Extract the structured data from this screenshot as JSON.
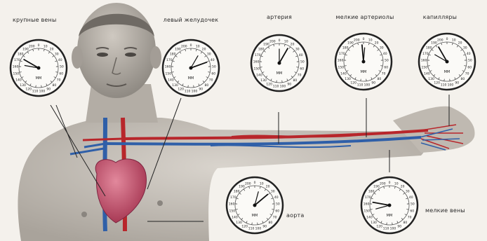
{
  "labels": {
    "large_veins": "крупные вены",
    "left_ventricle": "левый желудочек",
    "artery": "артерия",
    "small_arterioles": "мелкие артериолы",
    "capillaries": "капилляры",
    "aorta": "аорта",
    "small_veins": "мелкие вены"
  },
  "dial": {
    "outer_scale": [
      "0",
      "10",
      "20",
      "30",
      "40",
      "50",
      "60",
      "70",
      "80",
      "90",
      "100",
      "110",
      "120",
      "130",
      "140",
      "150",
      "160",
      "170",
      "180",
      "190",
      "200"
    ],
    "center_mark": "ММ"
  },
  "colors": {
    "artery_red": "#b8262b",
    "vein_blue": "#2f5fa8",
    "skin": "#c9c3bb",
    "heart": "#c4506a",
    "background": "#f4f1ec"
  }
}
